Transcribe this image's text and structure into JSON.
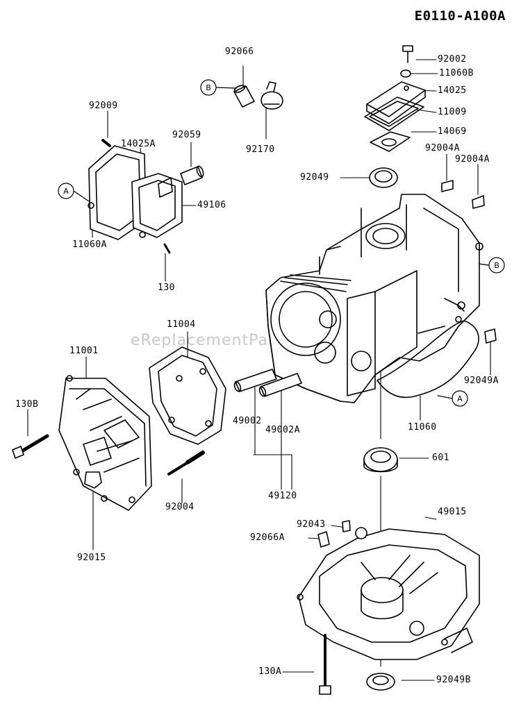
{
  "diagram_code": "E0110-A100A",
  "watermark": "eReplacementParts.com",
  "refs": {
    "a": "A",
    "b": "B"
  },
  "labels": {
    "92066": "92066",
    "92002": "92002",
    "11060B": "11060B",
    "14025": "14025",
    "11009": "11009",
    "14069": "14069",
    "92004A_1": "92004A",
    "92004A_2": "92004A",
    "92049": "92049",
    "92170": "92170",
    "92009": "92009",
    "14025A": "14025A",
    "92059": "92059",
    "49106": "49106",
    "11060A": "11060A",
    "130": "130",
    "11004": "11004",
    "11001": "11001",
    "130B": "130B",
    "92004": "92004",
    "92015": "92015",
    "49002": "49002",
    "49002A": "49002A",
    "49120": "49120",
    "11060": "11060",
    "92049A": "92049A",
    "601": "601",
    "49015": "49015",
    "92043": "92043",
    "92066A": "92066A",
    "130A": "130A",
    "92049B": "92049B"
  }
}
